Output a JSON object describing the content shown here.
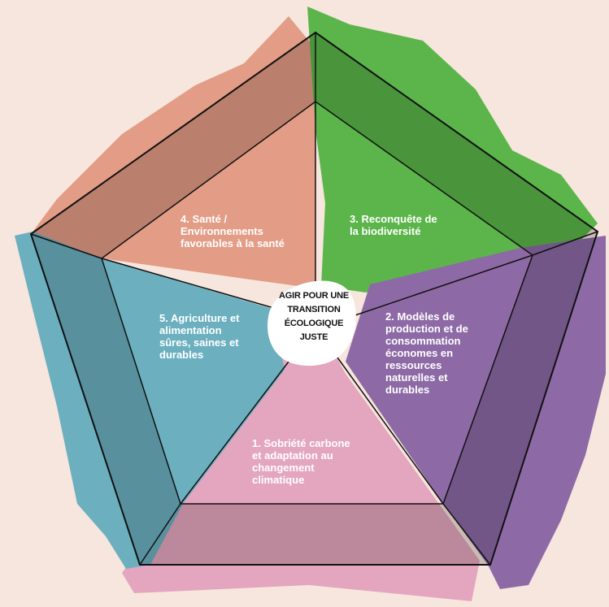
{
  "diagram": {
    "center": {
      "text": "AGIR POUR UNE\nTRANSITION\nÉCOLOGIQUE JUSTE"
    },
    "segments": [
      {
        "id": "sobriete",
        "text": "1. Sobriété carbone\net adaptation au\nchangement\nclimatique",
        "color": "#e4a6bf"
      },
      {
        "id": "modeles",
        "text": "2. Modèles de\nproduction et de\nconsommation\néconomes en\nressources\nnaturelles et\ndurables",
        "color": "#8d6aa6"
      },
      {
        "id": "biodiversite",
        "text": "3. Reconquête de\nla biodiversité",
        "color": "#5bb54a"
      },
      {
        "id": "sante",
        "text": "4. Santé /\nEnvironnements\nfavorables à la santé",
        "color": "#e39c86"
      },
      {
        "id": "agriculture",
        "text": "5. Agriculture et\nalimentation\nsûres, saines et\ndurables",
        "color": "#6cb0c0"
      }
    ]
  }
}
